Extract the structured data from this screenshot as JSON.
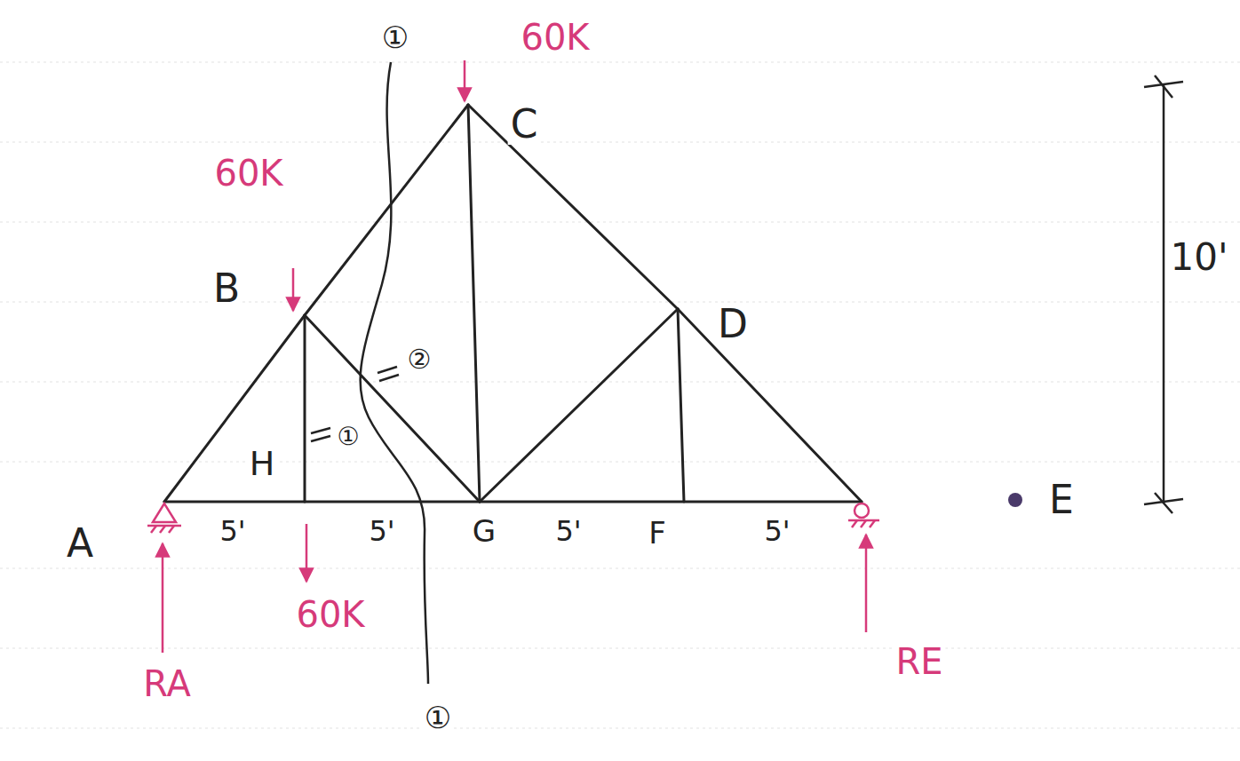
{
  "diagram": {
    "labels": [
      "①",
      "60K",
      "60K",
      "C",
      "B",
      "D",
      "②",
      "①",
      "H",
      "A",
      "5'",
      "5'",
      "G",
      "5'",
      "F",
      "5'",
      "E",
      "60K",
      "RA",
      "RE",
      "①",
      "10'"
    ]
  }
}
